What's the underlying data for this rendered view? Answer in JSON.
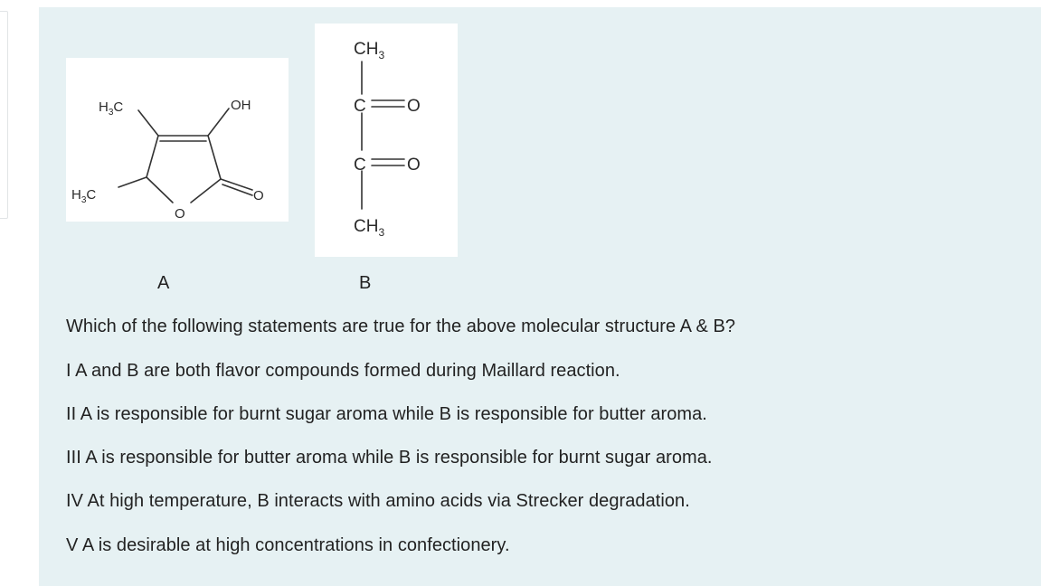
{
  "structure_a": {
    "caption": "A",
    "labels": {
      "top_left": "H3C",
      "top_right": "OH",
      "left": "H3C",
      "ring_o": "O",
      "carbonyl_o": "O"
    }
  },
  "structure_b": {
    "caption": "B",
    "labels": {
      "top": "CH3",
      "c1": "C",
      "o1": "O",
      "c2": "C",
      "o2": "O",
      "bottom": "CH3"
    }
  },
  "question": "Which of the following statements are true for the above molecular structure A & B?",
  "statements": [
    "I A and B are both flavor compounds formed during Maillard reaction.",
    "II A is responsible for burnt sugar aroma while B is responsible for butter aroma.",
    "III A is responsible for butter aroma while B is responsible for burnt sugar aroma.",
    "IV At high temperature, B interacts with amino acids via Strecker degradation.",
    "V A is desirable at high concentrations in confectionery."
  ]
}
